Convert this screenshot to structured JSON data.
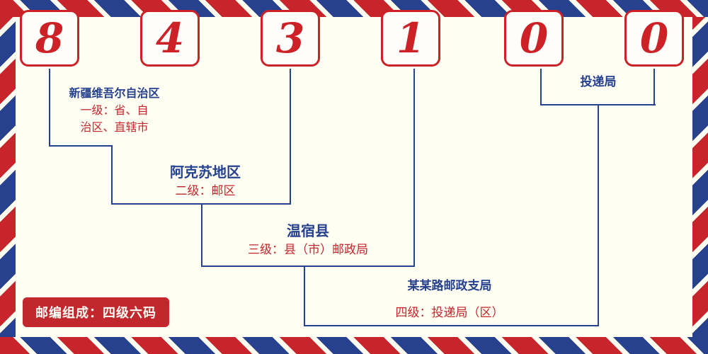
{
  "postal_code": {
    "full": "843100",
    "digits": [
      "8",
      "4",
      "3",
      "1",
      "0",
      "0"
    ]
  },
  "levels": [
    {
      "name": "新疆维吾尔自治区",
      "desc_lines": [
        "一级：省、自",
        "治区、直辖市"
      ]
    },
    {
      "name": "阿克苏地区",
      "desc": "二级：邮区"
    },
    {
      "name": "温宿县",
      "desc": "三级：县（市）邮政局"
    },
    {
      "name": "某某路邮政支局",
      "desc": "四级：投递局（区）"
    },
    {
      "name": "投递局"
    }
  ],
  "footer": {
    "composition": "邮编组成：四级六码"
  },
  "colors": {
    "digit_red": "#cc2127",
    "stripe_red": "#c8242b",
    "stripe_blue": "#27418f",
    "line_blue": "#26418e",
    "text_blue": "#26418e",
    "text_red": "#c2272d",
    "background": "#fffef2"
  }
}
